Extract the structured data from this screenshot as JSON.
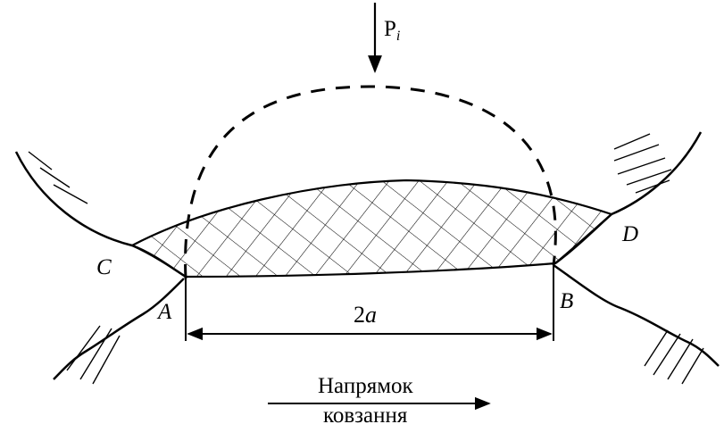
{
  "force": {
    "main": "P",
    "sub": "i"
  },
  "points": {
    "a": "A",
    "b": "B",
    "c": "C",
    "d": "D"
  },
  "dimension": {
    "prefix": "2",
    "var": "a"
  },
  "direction": {
    "line1": "Напрямок",
    "line2": "ковзання"
  },
  "colors": {
    "ink": "#000000",
    "background": "#ffffff"
  }
}
